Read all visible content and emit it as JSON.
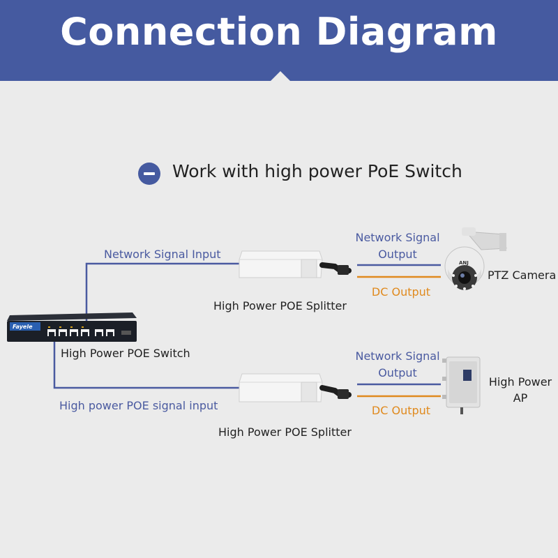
{
  "header": {
    "title": "Connection Diagram"
  },
  "section": {
    "title": "Work with high power PoE Switch"
  },
  "switch": {
    "label": "High Power POE Switch",
    "brand": "Fayele"
  },
  "links": {
    "top_input": "Network Signal Input",
    "bottom_input": "High power POE signal input"
  },
  "splitters": [
    {
      "label": "High Power POE Splitter"
    },
    {
      "label": "High Power POE Splitter"
    }
  ],
  "outputs": {
    "network_line1": "Network Signal",
    "network_line2": "Output",
    "dc": "DC Output"
  },
  "devices": {
    "camera": {
      "label": "PTZ Camera",
      "brand": "ANJ"
    },
    "ap": {
      "label_line1": "High Power",
      "label_line2": "AP"
    }
  },
  "colors": {
    "header": "#455aa0",
    "network_line": "#4a5aa0",
    "dc_line": "#e08a1e",
    "background": "#ebebeb"
  },
  "icons": [
    "minus-circle-icon",
    "poe-switch-icon",
    "poe-splitter-icon",
    "ptz-camera-icon",
    "access-point-icon"
  ]
}
